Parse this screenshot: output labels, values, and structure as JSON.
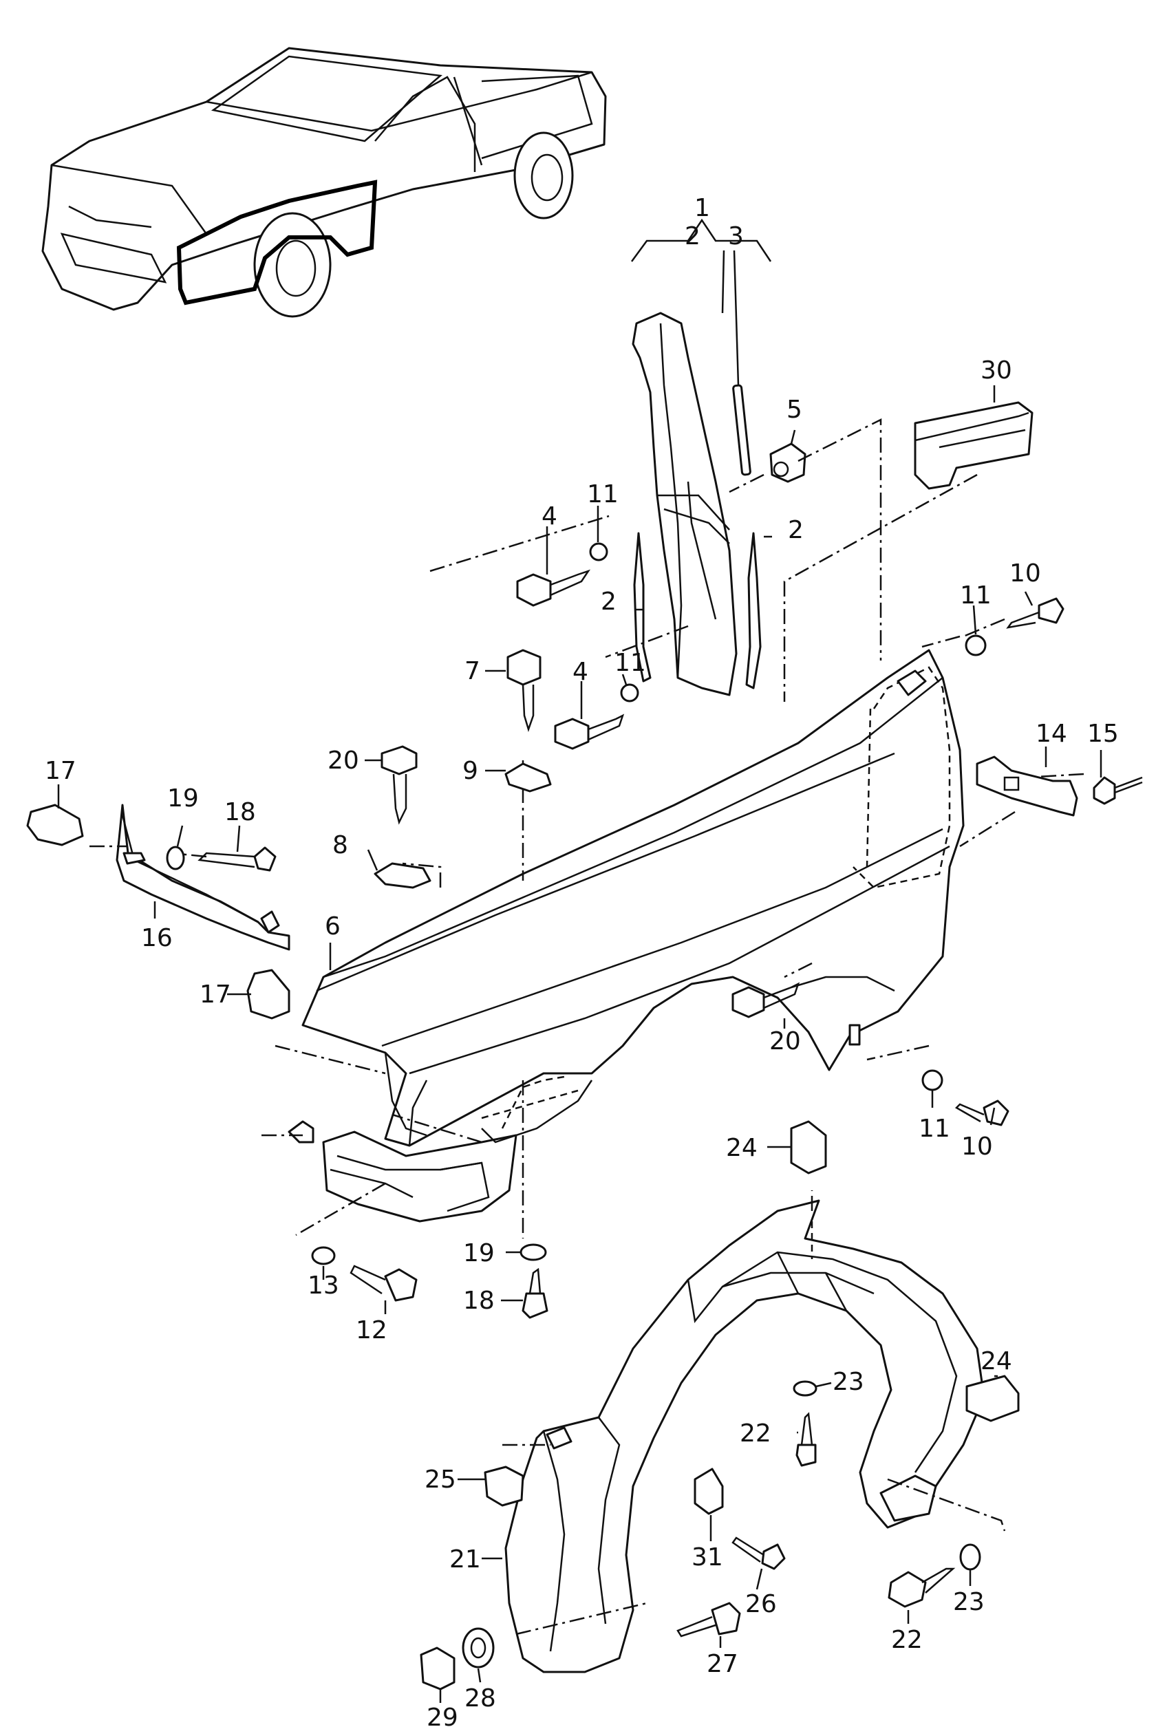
{
  "diagram": {
    "callouts": {
      "c1": "1",
      "c2a": "2",
      "c2b": "2",
      "c2c": "2",
      "c3": "3",
      "c4a": "4",
      "c4b": "4",
      "c5": "5",
      "c6": "6",
      "c7": "7",
      "c8": "8",
      "c9": "9",
      "c10a": "10",
      "c10b": "10",
      "c11a": "11",
      "c11b": "11",
      "c11c": "11",
      "c11d": "11",
      "c12": "12",
      "c13": "13",
      "c14": "14",
      "c15": "15",
      "c16": "16",
      "c17a": "17",
      "c17b": "17",
      "c18a": "18",
      "c18b": "18",
      "c19a": "19",
      "c19b": "19",
      "c20a": "20",
      "c20b": "20",
      "c21": "21",
      "c22a": "22",
      "c22b": "22",
      "c23a": "23",
      "c23b": "23",
      "c24a": "24",
      "c24b": "24",
      "c25": "25",
      "c26": "26",
      "c27": "27",
      "c28": "28",
      "c29": "29",
      "c30": "30",
      "c31": "31"
    }
  }
}
